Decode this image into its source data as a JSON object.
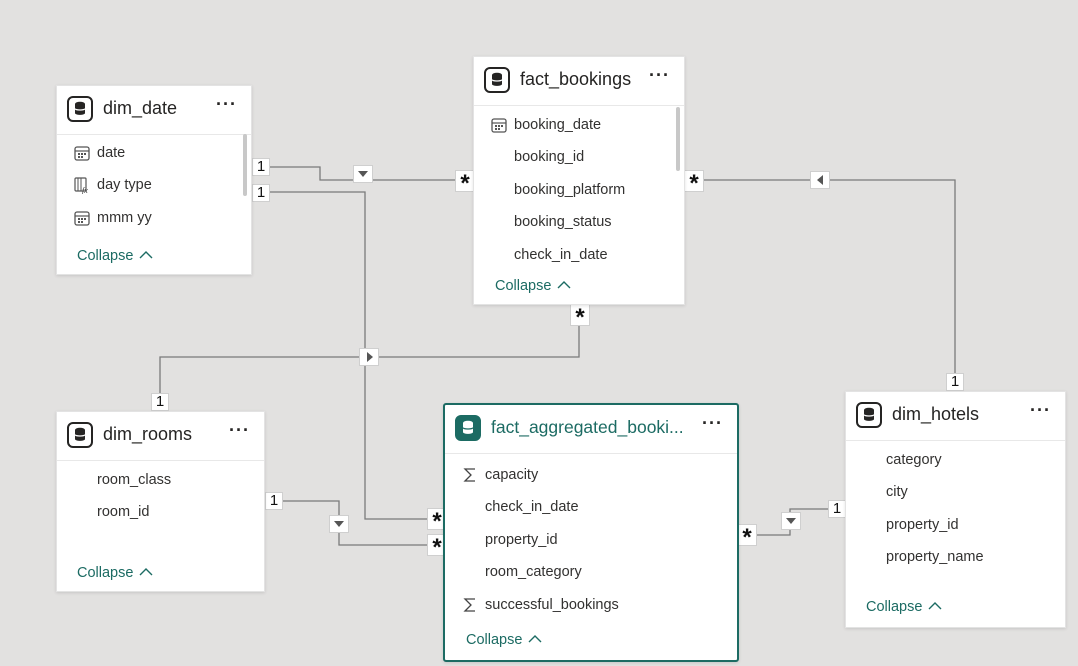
{
  "tables": {
    "dim_date": {
      "title": "dim_date",
      "more": "···",
      "fields": [
        "date",
        "day type",
        "mmm yy"
      ],
      "collapse": "Collapse"
    },
    "fact_bookings": {
      "title": "fact_bookings",
      "more": "···",
      "fields": [
        "booking_date",
        "booking_id",
        "booking_platform",
        "booking_status",
        "check_in_date"
      ],
      "collapse": "Collapse"
    },
    "dim_rooms": {
      "title": "dim_rooms",
      "more": "···",
      "fields": [
        "room_class",
        "room_id"
      ],
      "collapse": "Collapse"
    },
    "fact_aggregated_bookings": {
      "title": "fact_aggregated_booki...",
      "more": "···",
      "fields": [
        "capacity",
        "check_in_date",
        "property_id",
        "room_category",
        "successful_bookings"
      ],
      "collapse": "Collapse"
    },
    "dim_hotels": {
      "title": "dim_hotels",
      "more": "···",
      "fields": [
        "category",
        "city",
        "property_id",
        "property_name"
      ],
      "collapse": "Collapse"
    }
  },
  "cardinality": {
    "one": "1",
    "many": "*"
  },
  "colors": {
    "accent": "#1c6b63",
    "canvas": "#e2e1e0",
    "line": "#777777"
  },
  "icons": {
    "table": "database-icon",
    "date": "calendar-icon",
    "calc": "calculated-column-icon",
    "sum": "sigma-icon",
    "expand": "chevron-up-icon"
  }
}
